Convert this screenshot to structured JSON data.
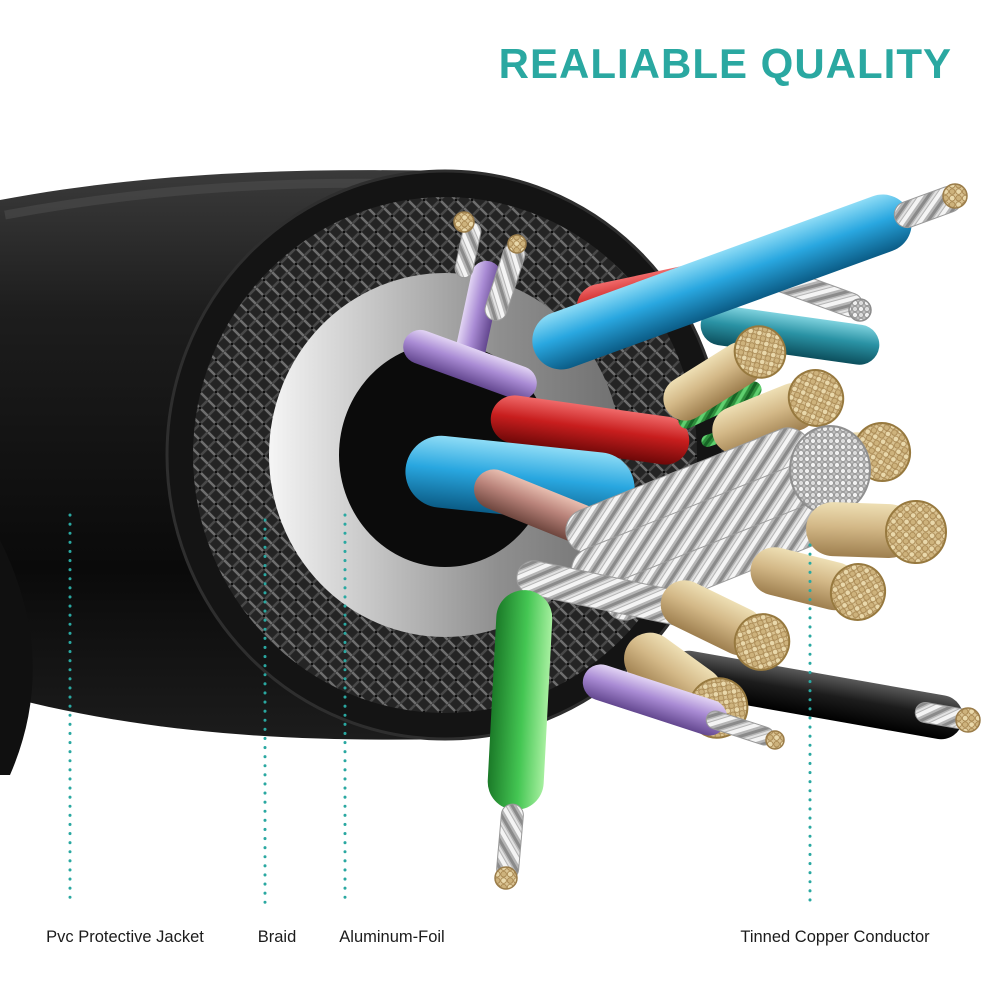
{
  "title": "REALIABLE QUALITY",
  "colors": {
    "accent": "#2aa8a1",
    "jacket_black": "#141414",
    "braid_gray": "#4a4a4a",
    "foil_silver": "#c7c7c7",
    "copper_tan": "#d9c291",
    "conductor_silver": "#e8e8e8"
  },
  "labels": [
    {
      "id": "pvc-jacket",
      "text": "Pvc Protective Jacket"
    },
    {
      "id": "braid",
      "text": "Braid"
    },
    {
      "id": "aluminum-foil",
      "text": "Aluminum-Foil"
    },
    {
      "id": "tinned-copper-conductor",
      "text": "Tinned Copper Conductor"
    }
  ]
}
